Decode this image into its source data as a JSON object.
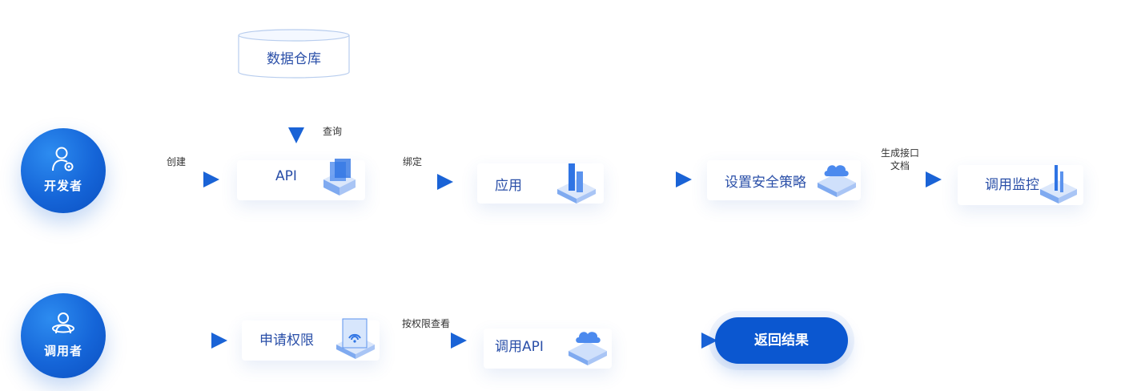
{
  "actors": {
    "developer": "开发者",
    "caller": "调用者"
  },
  "nodes": {
    "data_warehouse": "数据仓库",
    "api": "API",
    "app": "应用",
    "security": "设置安全策略",
    "monitor": "调用监控",
    "apply": "申请权限",
    "call_api": "调用API",
    "result": "返回结果"
  },
  "edges": {
    "create": "创建",
    "query": "查询",
    "bind": "绑定",
    "gen_doc_line1": "生成接口",
    "gen_doc_line2": "文档",
    "view_by_perm": "按权限查看"
  },
  "colors": {
    "primary": "#1565d8",
    "accent": "#0b57d0",
    "text": "#2a4fa8"
  }
}
